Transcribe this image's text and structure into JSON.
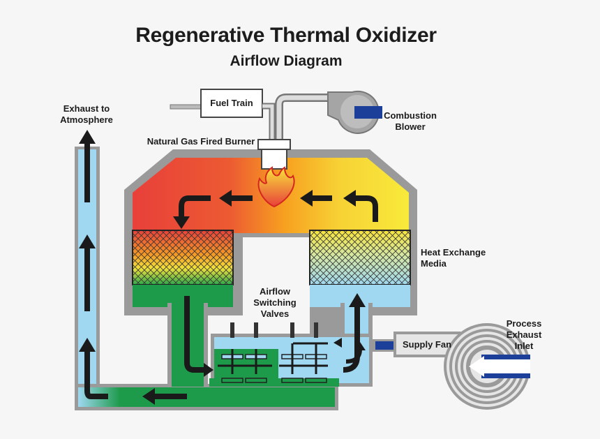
{
  "title": "Regenerative Thermal Oxidizer",
  "subtitle": "Airflow Diagram",
  "labels": {
    "fuel_train": "Fuel Train",
    "combustion_blower_line1": "Combustion",
    "combustion_blower_line2": "Blower",
    "burner": "Natural Gas Fired Burner",
    "exhaust_line1": "Exhaust to",
    "exhaust_line2": "Atmosphere",
    "media_line1": "Heat Exchange",
    "media_line2": "Media",
    "valves_line1": "Airflow",
    "valves_line2": "Switching",
    "valves_line3": "Valves",
    "supply_fan": "Supply Fan",
    "inlet_line1": "Process",
    "inlet_line2": "Exhaust",
    "inlet_line3": "Inlet"
  },
  "colors": {
    "hot": "#e8403a",
    "warm": "#f7931e",
    "yellow": "#f7e33a",
    "clean_air": "#1e9a4b",
    "process_air": "#9fd8f0",
    "casing": "#9a9a9a",
    "arrow": "#1a1a1a",
    "blower_blue": "#1c3f99"
  }
}
